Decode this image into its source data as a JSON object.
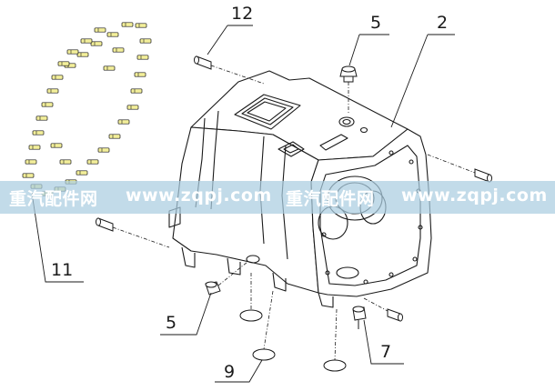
{
  "callouts": {
    "housing": "2",
    "breather_plug_top": "5",
    "breather_plug_bottom": "5",
    "drain_plug": "7",
    "gasket": "9",
    "bolt_set": "11",
    "dowel_pin": "12"
  },
  "watermark": {
    "brand_1": "重汽配件网",
    "url_1": "www.zqpj.com",
    "brand_2": "重汽配件网",
    "url_2": "www.zqpj.com"
  },
  "colors": {
    "line": "#1a1a1a",
    "bolt_fill": "#f3ef9a",
    "watermark_band": "#aacde1",
    "watermark_text": "#ffffff"
  }
}
